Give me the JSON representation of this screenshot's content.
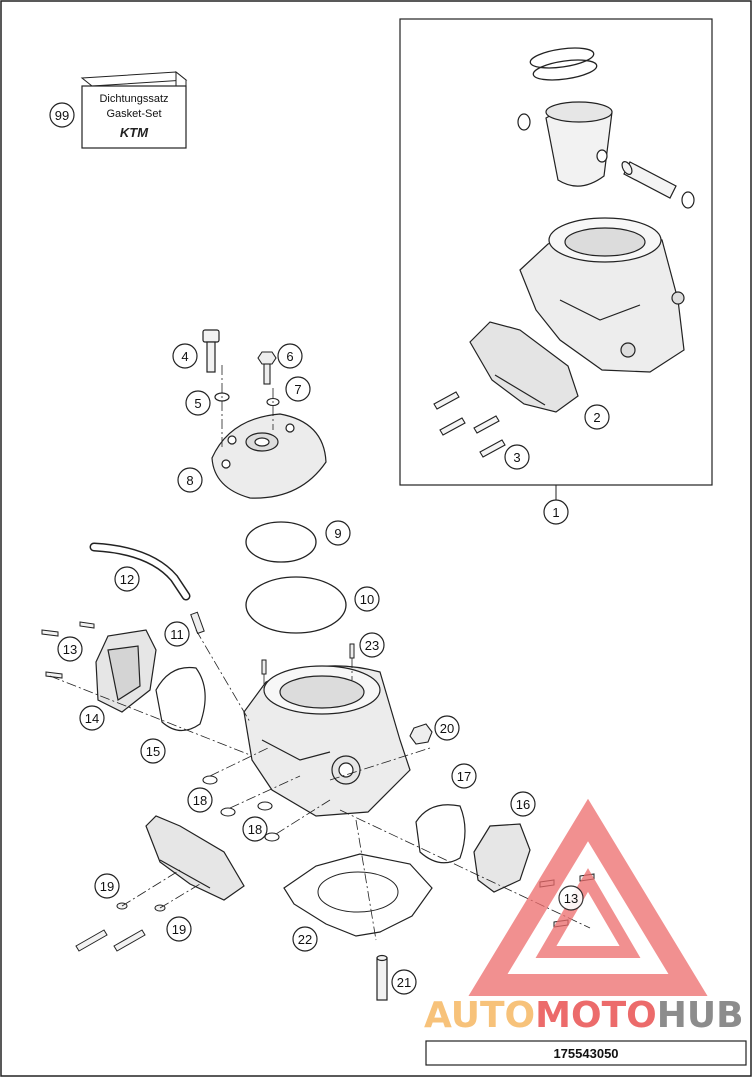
{
  "gasket_box": {
    "line1": "Dichtungssatz",
    "line2": "Gasket-Set",
    "logo": "KTM"
  },
  "callouts": [
    "99",
    "1",
    "2",
    "3",
    "4",
    "5",
    "6",
    "7",
    "8",
    "9",
    "10",
    "11",
    "12",
    "13",
    "14",
    "15",
    "16",
    "17",
    "18",
    "19",
    "20",
    "21",
    "22",
    "23"
  ],
  "watermark": {
    "part1": "AUTO",
    "part2": "MOTO",
    "part3": "HUB"
  },
  "part_number": "175543050",
  "colors": {
    "line": "#222222",
    "watermark_red": "#ec6b6b",
    "watermark_orange": "#f7c27a",
    "watermark_gray": "#8c8c8c"
  }
}
